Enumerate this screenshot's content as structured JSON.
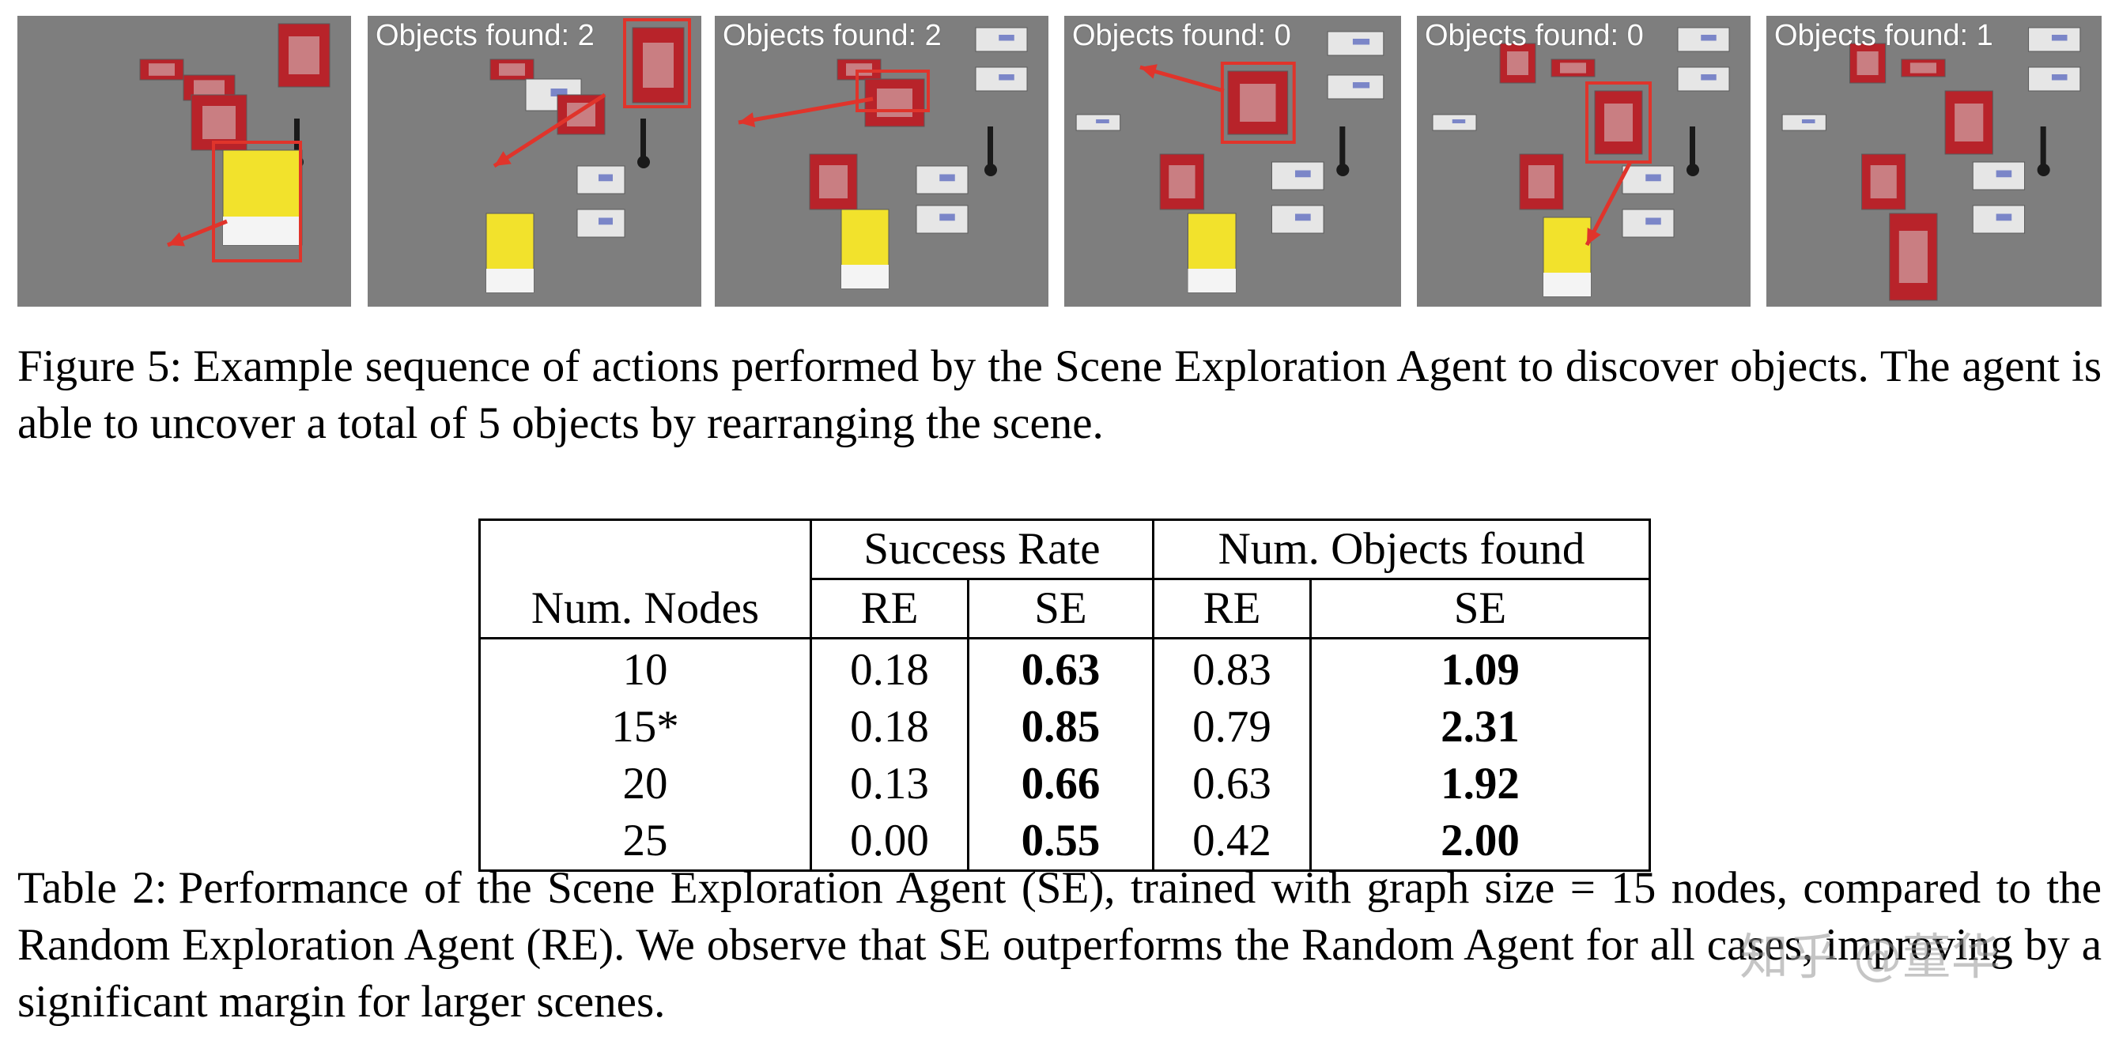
{
  "figure": {
    "panels": [
      {
        "label": ""
      },
      {
        "label": "Objects found: 2"
      },
      {
        "label": "Objects found: 2"
      },
      {
        "label": "Objects found: 0"
      },
      {
        "label": "Objects found: 0"
      },
      {
        "label": "Objects found: 1"
      }
    ],
    "caption_label": "Figure 5:",
    "caption_text": "Example sequence of actions performed by the Scene Exploration Agent to discover objects. The agent is able to uncover a total of 5 objects by rearranging the scene."
  },
  "table": {
    "header": {
      "nodes": "Num. Nodes",
      "success_rate": "Success Rate",
      "objects_found": "Num. Objects found",
      "re": "RE",
      "se": "SE"
    },
    "rows": [
      [
        "10",
        "0.18",
        "0.63",
        "0.83",
        "1.09"
      ],
      [
        "15*",
        "0.18",
        "0.85",
        "0.79",
        "2.31"
      ],
      [
        "20",
        "0.13",
        "0.66",
        "0.63",
        "1.92"
      ],
      [
        "25",
        "0.00",
        "0.55",
        "0.42",
        "2.00"
      ]
    ],
    "caption_label": "Table 2:",
    "caption_text": "Performance of the Scene Exploration Agent (SE), trained with graph size = 15 nodes, compared to the Random Exploration Agent (RE). We observe that SE outperforms the Random Agent for all cases, improving by a significant margin for larger scenes."
  },
  "watermark": "知乎 @董华",
  "colors": {
    "scene_background": "#7e7e7e",
    "highlight_red": "#e0342b",
    "package_red": "#b8232a",
    "package_yellow": "#f2e22c",
    "package_white": "#e6e6e6"
  }
}
